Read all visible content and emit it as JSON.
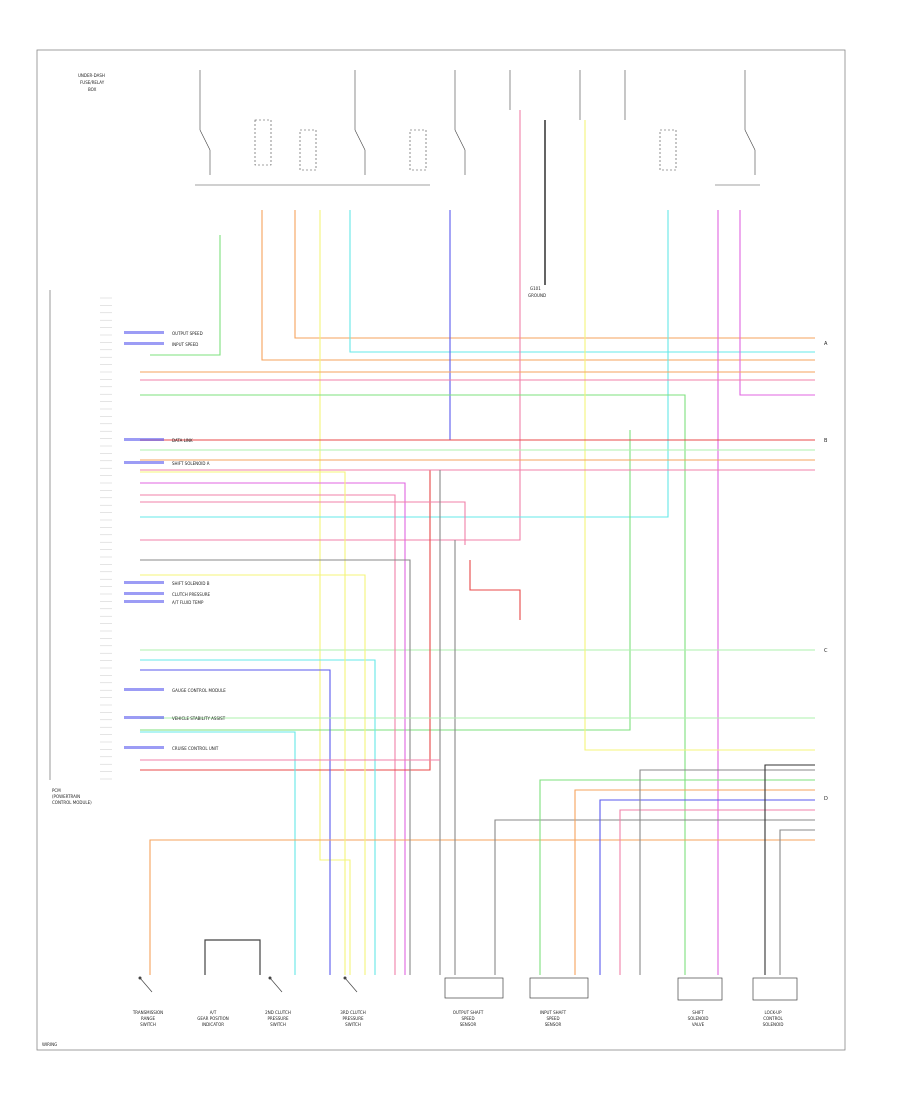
{
  "diagram": {
    "footer_code": "WIRING",
    "top_left_label": [
      "UNDER-DASH",
      "FUSE/RELAY",
      "BOX"
    ],
    "ecm_label": [
      "PCM",
      "(POWERTRAIN",
      "CONTROL MODULE)"
    ],
    "center_ground_label": [
      "G101",
      "GROUND"
    ],
    "right_section_labels": [
      "A",
      "B",
      "C",
      "D"
    ],
    "side_notes": [
      {
        "text": "OUTPUT SPEED"
      },
      {
        "text": "INPUT SPEED"
      },
      {
        "text": "DATA LINK"
      },
      {
        "text": "SHIFT SOLENOID A"
      },
      {
        "text": "SHIFT SOLENOID B"
      },
      {
        "text": "CLUTCH PRESSURE"
      },
      {
        "text": "A/T FLUID TEMP"
      },
      {
        "text": "GAUGE CONTROL MODULE"
      },
      {
        "text": "VEHICLE STABILITY ASSIST"
      },
      {
        "text": "CRUISE CONTROL UNIT"
      }
    ],
    "bottom_components": [
      {
        "label": [
          "TRANSMISSION",
          "RANGE",
          "SWITCH"
        ]
      },
      {
        "label": [
          "A/T",
          "GEAR POSITION",
          "INDICATOR"
        ]
      },
      {
        "label": [
          "2ND CLUTCH",
          "PRESSURE",
          "SWITCH"
        ]
      },
      {
        "label": [
          "3RD CLUTCH",
          "PRESSURE",
          "SWITCH"
        ]
      },
      {
        "label": [
          "OUTPUT SHAFT",
          "SPEED",
          "SENSOR"
        ]
      },
      {
        "label": [
          "INPUT SHAFT",
          "SPEED",
          "SENSOR"
        ]
      },
      {
        "label": [
          "SHIFT",
          "SOLENOID",
          "VALVE"
        ]
      },
      {
        "label": [
          "LOCK-UP",
          "CONTROL",
          "SOLENOID"
        ]
      }
    ],
    "colors": {
      "green": "#7de07d",
      "orange": "#f6a35c",
      "yellow": "#f4f47a",
      "cyan": "#66e8e8",
      "blue": "#5a5aee",
      "pink": "#f080a8",
      "magenta": "#e066e0",
      "red": "#e84848",
      "light_green": "#aef2ae",
      "gray": "#888888",
      "dark": "#333333"
    }
  }
}
